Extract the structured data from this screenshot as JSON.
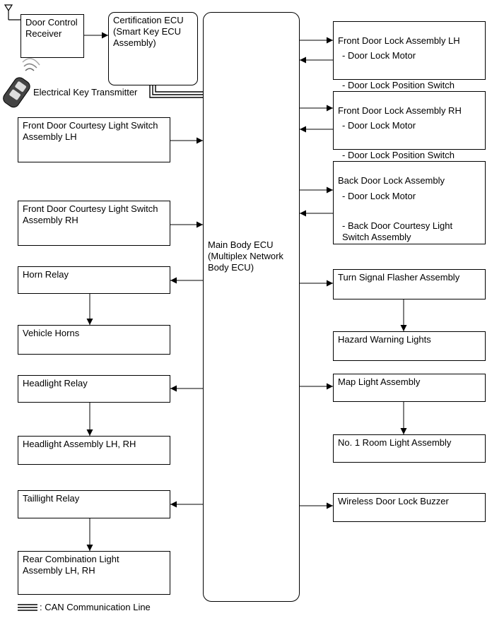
{
  "main_ecu": "Main Body ECU\n(Multiplex Network\nBody ECU)",
  "certification_ecu": "Certification ECU\n(Smart Key ECU\nAssembly)",
  "door_control_receiver": "Door Control\nReceiver",
  "key_transmitter": "Electrical Key Transmitter",
  "left": {
    "courtesy_lh": "Front Door Courtesy Light Switch\nAssembly LH",
    "courtesy_rh": "Front Door Courtesy Light Switch\nAssembly RH",
    "horn_relay": "Horn Relay",
    "vehicle_horns": "Vehicle Horns",
    "headlight_relay": "Headlight Relay",
    "headlight_assembly": "Headlight Assembly LH, RH",
    "taillight_relay": "Taillight Relay",
    "rear_combination": "Rear Combination Light\nAssembly LH, RH"
  },
  "right": {
    "front_lh": {
      "title": "Front Door Lock Assembly LH",
      "motor": "- Door Lock Motor",
      "switch": "- Door Lock Position Switch"
    },
    "front_rh": {
      "title": "Front Door Lock Assembly RH",
      "motor": "- Door Lock Motor",
      "switch": "- Door Lock Position Switch"
    },
    "back": {
      "title": "Back Door Lock Assembly",
      "motor": "- Door Lock Motor",
      "switch": "- Back Door Courtesy Light\nSwitch Assembly"
    },
    "turn_signal": "Turn Signal Flasher Assembly",
    "hazard": "Hazard Warning Lights",
    "map_light": "Map Light Assembly",
    "room_light": "No. 1 Room Light Assembly",
    "buzzer": "Wireless Door Lock Buzzer"
  },
  "legend": ": CAN Communication Line",
  "icons": {
    "antenna": "antenna-icon",
    "key_fob": "key-fob-icon",
    "can_line": "can-line-icon"
  }
}
